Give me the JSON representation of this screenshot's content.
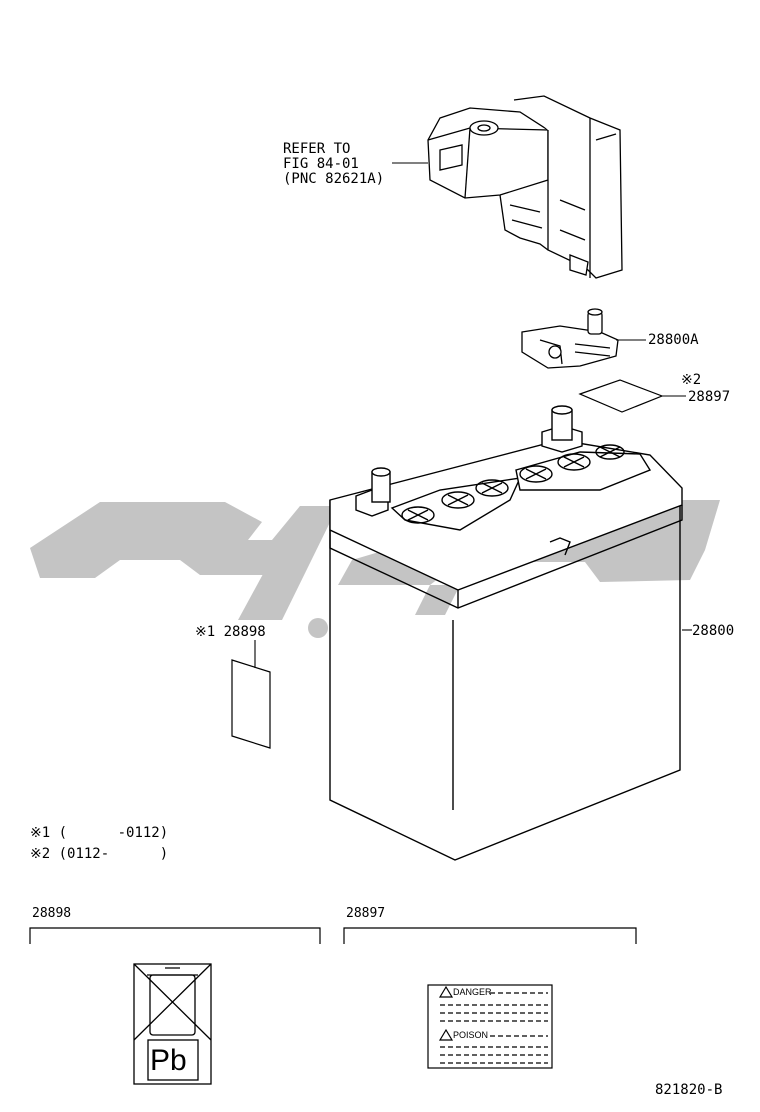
{
  "callouts": {
    "refer_line1": "REFER TO",
    "refer_line2": "FIG 84-01",
    "refer_line3": "(PNC 82621A)",
    "part_28800a": "28800A",
    "note2_mark": "※2",
    "part_28897": "28897",
    "part_28800": "28800",
    "note1_part": "※1 28898"
  },
  "notes": {
    "note1": "※1 (      -0112)",
    "note2": "※2 (0112-      )"
  },
  "labels": {
    "left_title": "28898",
    "right_title": "28897",
    "pb_text": "Pb",
    "danger_text": "DANGER",
    "poison_text": "POISON"
  },
  "footer": {
    "figure_code": "821820-B"
  },
  "watermark": {
    "color": "#c4c4c4"
  }
}
